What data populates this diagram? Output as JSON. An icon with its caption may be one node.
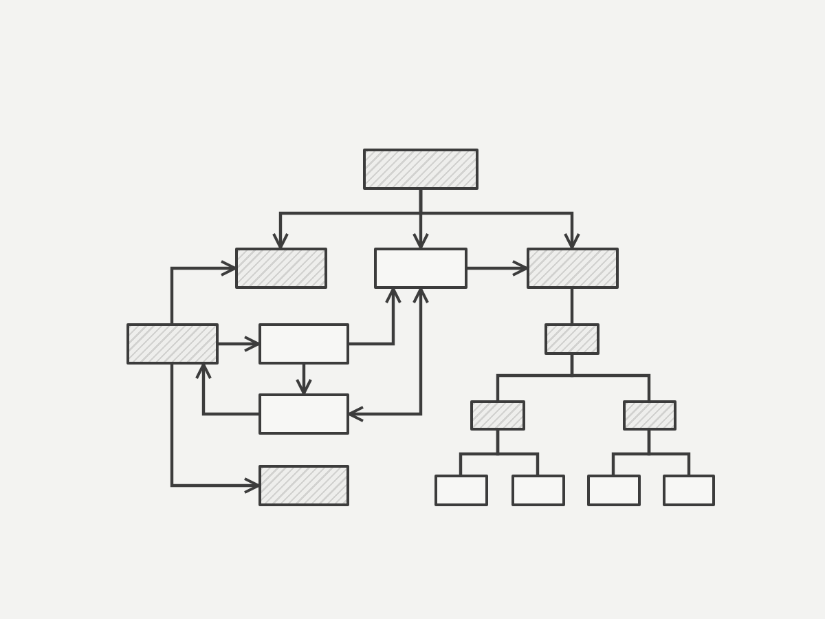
{
  "diagram": {
    "nodes": [
      {
        "text": [],
        "shape": "box"
      },
      {
        "text": [],
        "shape": "box"
      },
      {
        "text": [],
        "shape": "box"
      },
      {
        "text": [],
        "shape": "box"
      },
      {
        "text": [],
        "shape": "box"
      },
      {
        "text": [],
        "shape": "box"
      },
      {
        "text": [],
        "shape": "box"
      },
      {
        "text": [],
        "shape": "box"
      },
      {
        "text": [],
        "shape": "box"
      },
      {
        "text": [],
        "shape": "box"
      },
      {
        "text": [],
        "shape": "box"
      },
      {
        "text": [],
        "shape": "box"
      },
      {
        "text": [],
        "shape": "box"
      },
      {
        "text": [],
        "shape": "box"
      },
      {
        "text": [],
        "shape": "box"
      }
    ],
    "edges": [
      {
        "from": 0,
        "to": 1,
        "arrow": "to"
      },
      {
        "from": 0,
        "to": 2,
        "arrow": "to"
      },
      {
        "from": 0,
        "to": 3,
        "arrow": "to"
      },
      {
        "from": 2,
        "to": 3,
        "arrow": "to"
      },
      {
        "from": 4,
        "to": 1,
        "arrow": "to"
      },
      {
        "from": 4,
        "to": 5,
        "arrow": "to"
      },
      {
        "from": 5,
        "to": 2,
        "arrow": "to"
      },
      {
        "from": 5,
        "to": 7,
        "arrow": "to"
      },
      {
        "from": 7,
        "to": 4,
        "arrow": "to"
      },
      {
        "from": 7,
        "to": 2,
        "arrow": "both"
      },
      {
        "from": 4,
        "to": 10,
        "arrow": "to"
      },
      {
        "from": 3,
        "to": 6,
        "arrow": "none"
      },
      {
        "from": 6,
        "to": 8,
        "arrow": "none"
      },
      {
        "from": 6,
        "to": 9,
        "arrow": "none"
      },
      {
        "from": 8,
        "to": 11,
        "arrow": "none"
      },
      {
        "from": 8,
        "to": 12,
        "arrow": "none"
      },
      {
        "from": 9,
        "to": 13,
        "arrow": "none"
      },
      {
        "from": 9,
        "to": 14,
        "arrow": "none"
      }
    ]
  }
}
